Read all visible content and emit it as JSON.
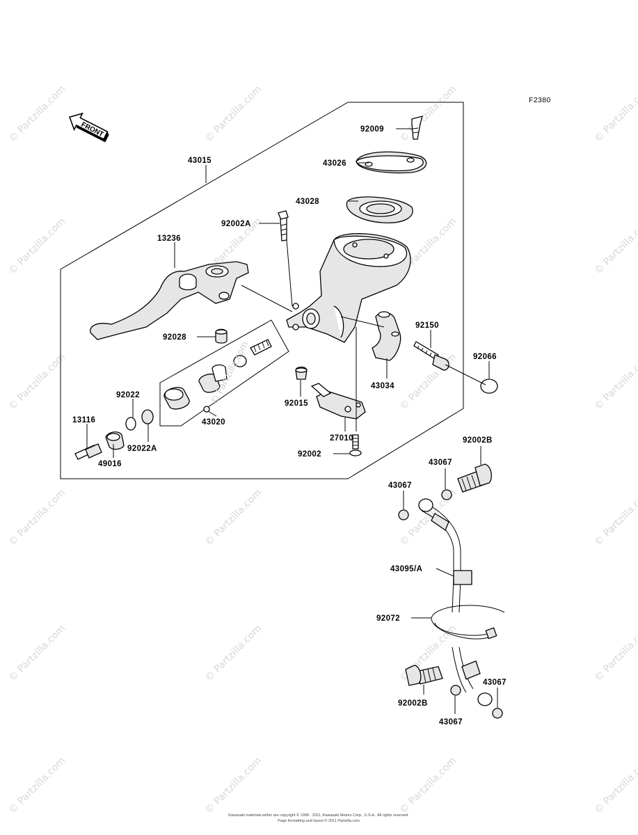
{
  "figure_code": "F2380",
  "front_arrow_label": "FRONT",
  "watermark_text": "© Partzilla.com",
  "inner_watermark_text": "© Partzilla.com",
  "copyright_lines": [
    "Kawasaki materials within are copyright © 1998 - 2011, Kawasaki Motors Corp., U.S.A.. All rights reserved.",
    "Page formatting and layout © 2011 Partzilla.com"
  ],
  "parts": {
    "p43015": "43015",
    "p92009": "92009",
    "p43026": "43026",
    "p43028": "43028",
    "p92002A": "92002A",
    "p13236": "13236",
    "p92028": "92028",
    "p92150": "92150",
    "p92066": "92066",
    "p43034": "43034",
    "p92015": "92015",
    "p92022": "92022",
    "p13116": "13116",
    "p43020": "43020",
    "p92022A": "92022A",
    "p49016": "49016",
    "p27010": "27010",
    "p92002": "92002",
    "p92002B_top": "92002B",
    "p43067_a": "43067",
    "p43067_b": "43067",
    "p43095A": "43095/A",
    "p92072": "92072",
    "p92002B_bottom": "92002B",
    "p43067_c": "43067",
    "p43067_d": "43067"
  }
}
